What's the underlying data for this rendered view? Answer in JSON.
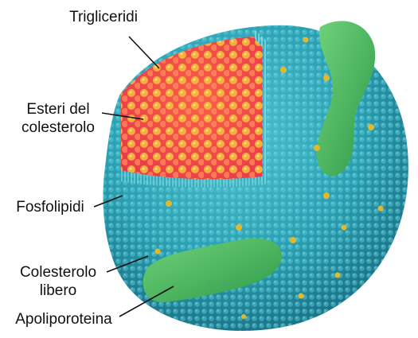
{
  "figure": {
    "labels": {
      "trigliceridi": "Trigliceridi",
      "esteri_line1": "Esteri del",
      "esteri_line2": "colesterolo",
      "fosfolipidi": "Fosfolipidi",
      "colesterolo_line1": "Colesterolo",
      "colesterolo_line2": "libero",
      "apolipoproteina": "Apoliporoteina"
    },
    "colors": {
      "surface": "#2aa3b4",
      "surface_shade": "#176f82",
      "core_red": "#f0524f",
      "core_yellow": "#f7b52a",
      "apolipoprotein": "#46b95a",
      "free_cholesterol": "#e3b82a"
    }
  }
}
